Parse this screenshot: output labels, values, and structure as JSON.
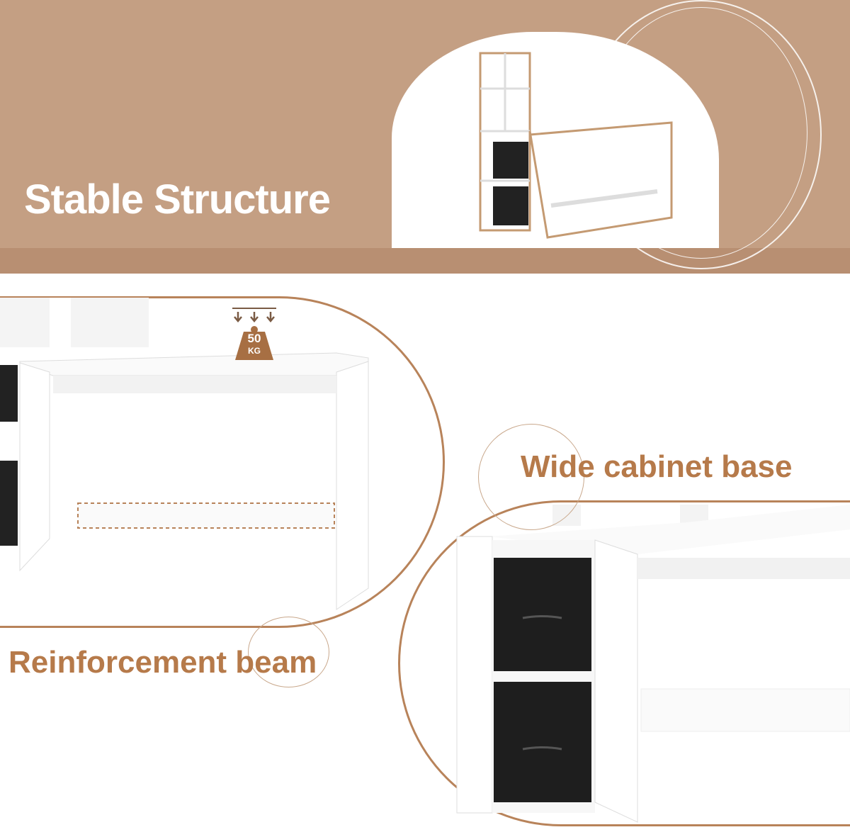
{
  "banner": {
    "title": "Stable Structure"
  },
  "weight_badge": {
    "value": "50",
    "unit": "KG"
  },
  "callouts": {
    "cabinet": "Wide cabinet base",
    "beam": "Reinforcement beam"
  },
  "colors": {
    "banner": "#c49f83",
    "stripe": "#b88f72",
    "accent": "#b67a4a"
  }
}
